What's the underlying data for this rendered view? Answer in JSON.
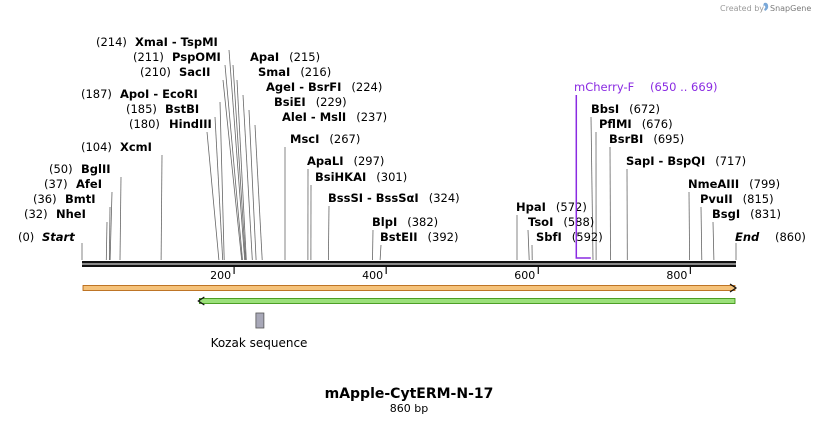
{
  "credit": {
    "text": "Created by",
    "brand": "SnapGene"
  },
  "construct": {
    "name": "mApple-CytERM-N-17",
    "length": "860 bp"
  },
  "sequence": {
    "start": 0,
    "end": 860
  },
  "ticks": [
    200,
    400,
    600,
    800
  ],
  "ends": [
    {
      "pos": 0,
      "label": "Start",
      "pos_label": "(0)"
    },
    {
      "pos": 860,
      "label": "End",
      "pos_label": "(860)"
    }
  ],
  "sites": [
    {
      "pos": 214,
      "name": "XmaI",
      "name2": "TspMI",
      "pos_label": "(214)"
    },
    {
      "pos": 211,
      "name": "PspOMI",
      "pos_label": "(211)"
    },
    {
      "pos": 210,
      "name": "SacII",
      "pos_label": "(210)"
    },
    {
      "pos": 187,
      "name": "ApoI",
      "name2": "EcoRI",
      "pos_label": "(187)"
    },
    {
      "pos": 185,
      "name": "BstBI",
      "pos_label": "(185)"
    },
    {
      "pos": 180,
      "name": "HindIII",
      "pos_label": "(180)"
    },
    {
      "pos": 104,
      "name": "XcmI",
      "pos_label": "(104)"
    },
    {
      "pos": 50,
      "name": "BglII",
      "pos_label": "(50)"
    },
    {
      "pos": 37,
      "name": "AfeI",
      "pos_label": "(37)"
    },
    {
      "pos": 36,
      "name": "BmtI",
      "pos_label": "(36)"
    },
    {
      "pos": 32,
      "name": "NheI",
      "pos_label": "(32)"
    },
    {
      "pos": 215,
      "name": "ApaI",
      "pos_label": "(215)"
    },
    {
      "pos": 216,
      "name": "SmaI",
      "pos_label": "(216)"
    },
    {
      "pos": 224,
      "name": "AgeI",
      "name2": "BsrFI",
      "pos_label": "(224)"
    },
    {
      "pos": 229,
      "name": "BsiEI",
      "pos_label": "(229)"
    },
    {
      "pos": 237,
      "name": "AleI",
      "name2": "MslI",
      "pos_label": "(237)"
    },
    {
      "pos": 267,
      "name": "MscI",
      "pos_label": "(267)"
    },
    {
      "pos": 297,
      "name": "ApaLI",
      "pos_label": "(297)"
    },
    {
      "pos": 301,
      "name": "BsiHKAI",
      "pos_label": "(301)"
    },
    {
      "pos": 324,
      "name": "BssSI",
      "name2": "BssSαI",
      "pos_label": "(324)"
    },
    {
      "pos": 382,
      "name": "BlpI",
      "pos_label": "(382)"
    },
    {
      "pos": 392,
      "name": "BstEII",
      "pos_label": "(392)"
    },
    {
      "pos": 572,
      "name": "HpaI",
      "pos_label": "(572)"
    },
    {
      "pos": 588,
      "name": "TsoI",
      "pos_label": "(588)"
    },
    {
      "pos": 592,
      "name": "SbfI",
      "pos_label": "(592)"
    },
    {
      "pos": 672,
      "name": "BbsI",
      "pos_label": "(672)"
    },
    {
      "pos": 676,
      "name": "PflMI",
      "pos_label": "(676)"
    },
    {
      "pos": 695,
      "name": "BsrBI",
      "pos_label": "(695)"
    },
    {
      "pos": 717,
      "name": "SapI",
      "name2": "BspQI",
      "pos_label": "(717)"
    },
    {
      "pos": 799,
      "name": "NmeAIII",
      "pos_label": "(799)"
    },
    {
      "pos": 815,
      "name": "PvuII",
      "pos_label": "(815)"
    },
    {
      "pos": 831,
      "name": "BsgI",
      "pos_label": "(831)"
    }
  ],
  "primer": {
    "name": "mCherry-F",
    "range_label": "(650 .. 669)",
    "start": 650,
    "end": 669,
    "color": "#8a2be2"
  },
  "features": [
    {
      "name": "orf-forward",
      "start": 0,
      "end": 860,
      "direction": "forward",
      "color": "#f5c27a",
      "stroke": "#b05a00"
    },
    {
      "name": "orf-reverse",
      "start": 153,
      "end": 860,
      "direction": "reverse",
      "color": "#9be07a",
      "stroke": "#2e8b00"
    }
  ],
  "kozak": {
    "label": "Kozak sequence",
    "pos": 234,
    "color": "#a8a8b8"
  }
}
